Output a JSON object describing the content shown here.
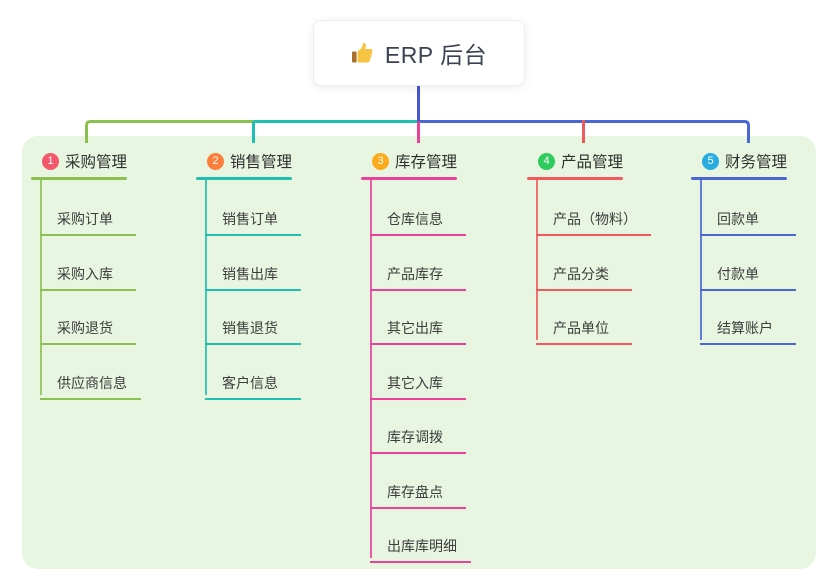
{
  "root": {
    "label": "ERP 后台",
    "icon": "thumbs-up",
    "line_color": "#4758ce"
  },
  "panel_color": "#e8f6e1",
  "branches": [
    {
      "num": "1",
      "label": "采购管理",
      "badge_color": "#f4586b",
      "line_color": "#8cc152",
      "children": [
        "采购订单",
        "采购入库",
        "采购退货",
        "供应商信息"
      ]
    },
    {
      "num": "2",
      "label": "销售管理",
      "badge_color": "#fb7e3a",
      "line_color": "#1fbfb2",
      "children": [
        "销售订单",
        "销售出库",
        "销售退货",
        "客户信息"
      ]
    },
    {
      "num": "3",
      "label": "库存管理",
      "badge_color": "#fbab1c",
      "line_color": "#e8429a",
      "children": [
        "仓库信息",
        "产品库存",
        "其它出库",
        "其它入库",
        "库存调拨",
        "库存盘点",
        "出库库明细"
      ]
    },
    {
      "num": "4",
      "label": "产品管理",
      "badge_color": "#2ecb5e",
      "line_color": "#f2595f",
      "children": [
        "产品（物料）",
        "产品分类",
        "产品单位"
      ]
    },
    {
      "num": "5",
      "label": "财务管理",
      "badge_color": "#29acdf",
      "line_color": "#4a67d5",
      "children": [
        "回款单",
        "付款单",
        "结算账户"
      ]
    }
  ]
}
